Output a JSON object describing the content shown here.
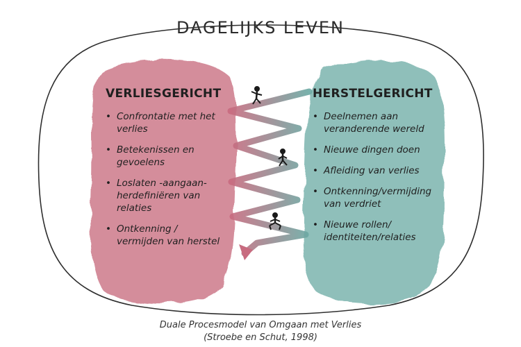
{
  "title": "DAGELIJKS LEVEN",
  "left": {
    "heading": "VERLIESGERICHT",
    "items": [
      "Confrontatie met het verlies",
      "Betekenissen en gevoelens",
      "Loslaten -aangaan-herdefiniëren van relaties",
      "Ontkenning / vermijden van herstel"
    ]
  },
  "right": {
    "heading": "HERSTELGERICHT",
    "items": [
      "Deelnemen aan veranderende wereld",
      "Nieuwe dingen doen",
      "Afleiding van verlies",
      "Ontkenning/vermijding van verdriet",
      "Nieuwe rollen/ identiteiten/relaties"
    ]
  },
  "caption": {
    "line1": "Duale Procesmodel van Omgaan met Verlies",
    "line2": "(Stroebe en Schut, 1998)"
  },
  "colors": {
    "loss": "#c86b7f",
    "restoration": "#6aa9a3",
    "outline": "#2e2e2e"
  },
  "icons": [
    "person-figure-icon",
    "person-figure-icon",
    "person-figure-icon",
    "arrow-head-icon"
  ]
}
